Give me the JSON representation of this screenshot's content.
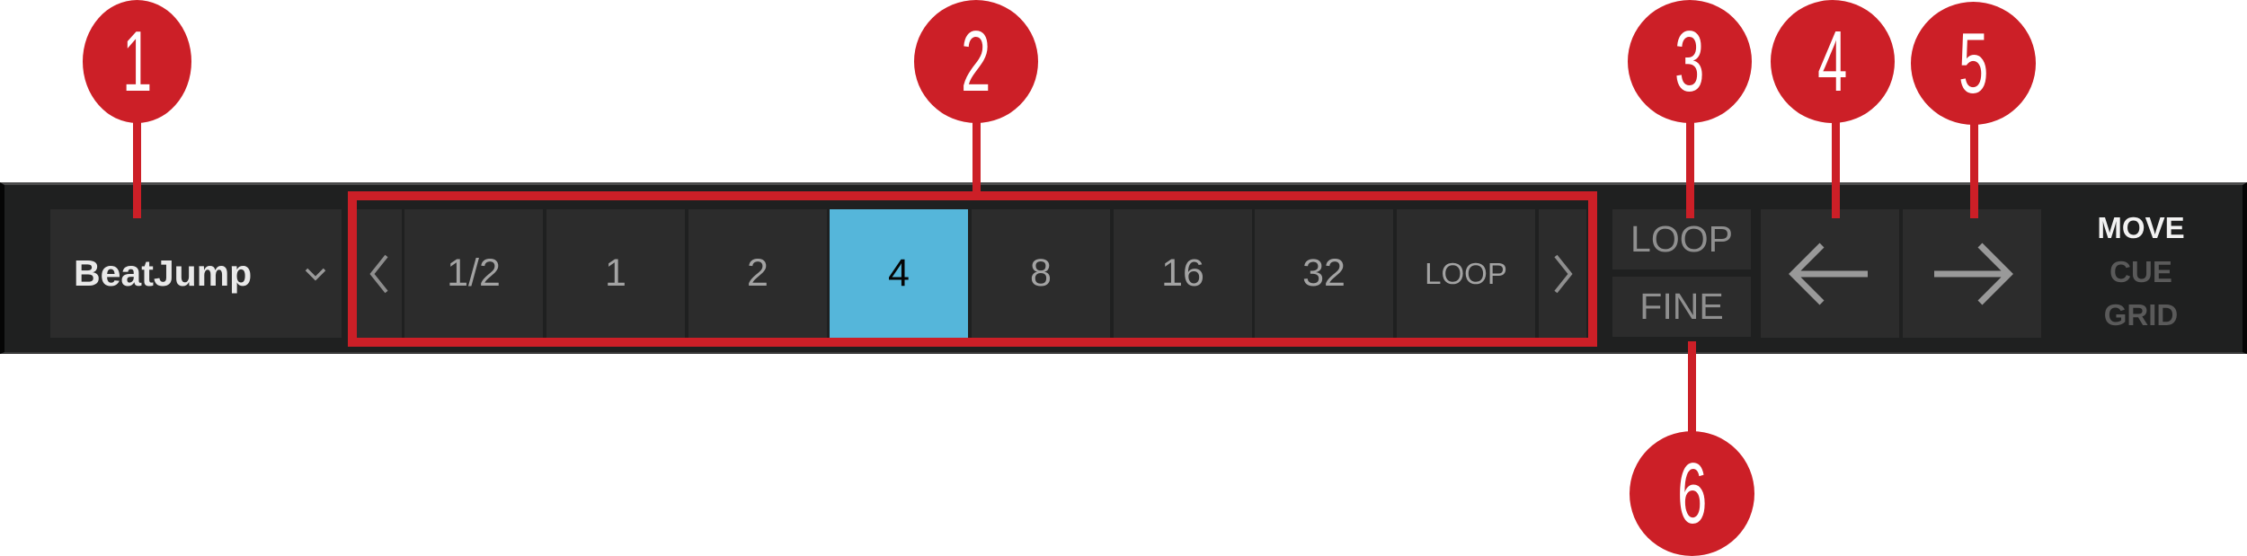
{
  "dropdown": {
    "label": "BeatJump",
    "chevron_icon": "chevron-down-icon"
  },
  "jump_strip": {
    "scroll_left_icon": "chevron-left-icon",
    "scroll_right_icon": "chevron-right-icon",
    "cells": [
      {
        "label": "1/2",
        "selected": false
      },
      {
        "label": "1",
        "selected": false
      },
      {
        "label": "2",
        "selected": false
      },
      {
        "label": "4",
        "selected": true
      },
      {
        "label": "8",
        "selected": false
      },
      {
        "label": "16",
        "selected": false
      },
      {
        "label": "32",
        "selected": false
      },
      {
        "label": "LOOP",
        "selected": false
      }
    ]
  },
  "side_buttons": {
    "loop_label": "LOOP",
    "fine_label": "FINE"
  },
  "jump_buttons": {
    "backward_icon": "arrow-left-icon",
    "forward_icon": "arrow-right-icon"
  },
  "mode": {
    "options": [
      {
        "label": "MOVE",
        "active": true
      },
      {
        "label": "CUE",
        "active": false
      },
      {
        "label": "GRID",
        "active": false
      }
    ]
  },
  "callouts": [
    "1",
    "2",
    "3",
    "4",
    "5",
    "6"
  ],
  "colors": {
    "bar_bg": "#1f2020",
    "button_bg": "#2c2c2c",
    "selected_bg": "#55b6da",
    "callout_red": "#cc1f27",
    "text_inactive": "#a3a3a3",
    "text_active_mode": "#f2f2f2",
    "text_dim_mode": "#5a5a5a"
  }
}
